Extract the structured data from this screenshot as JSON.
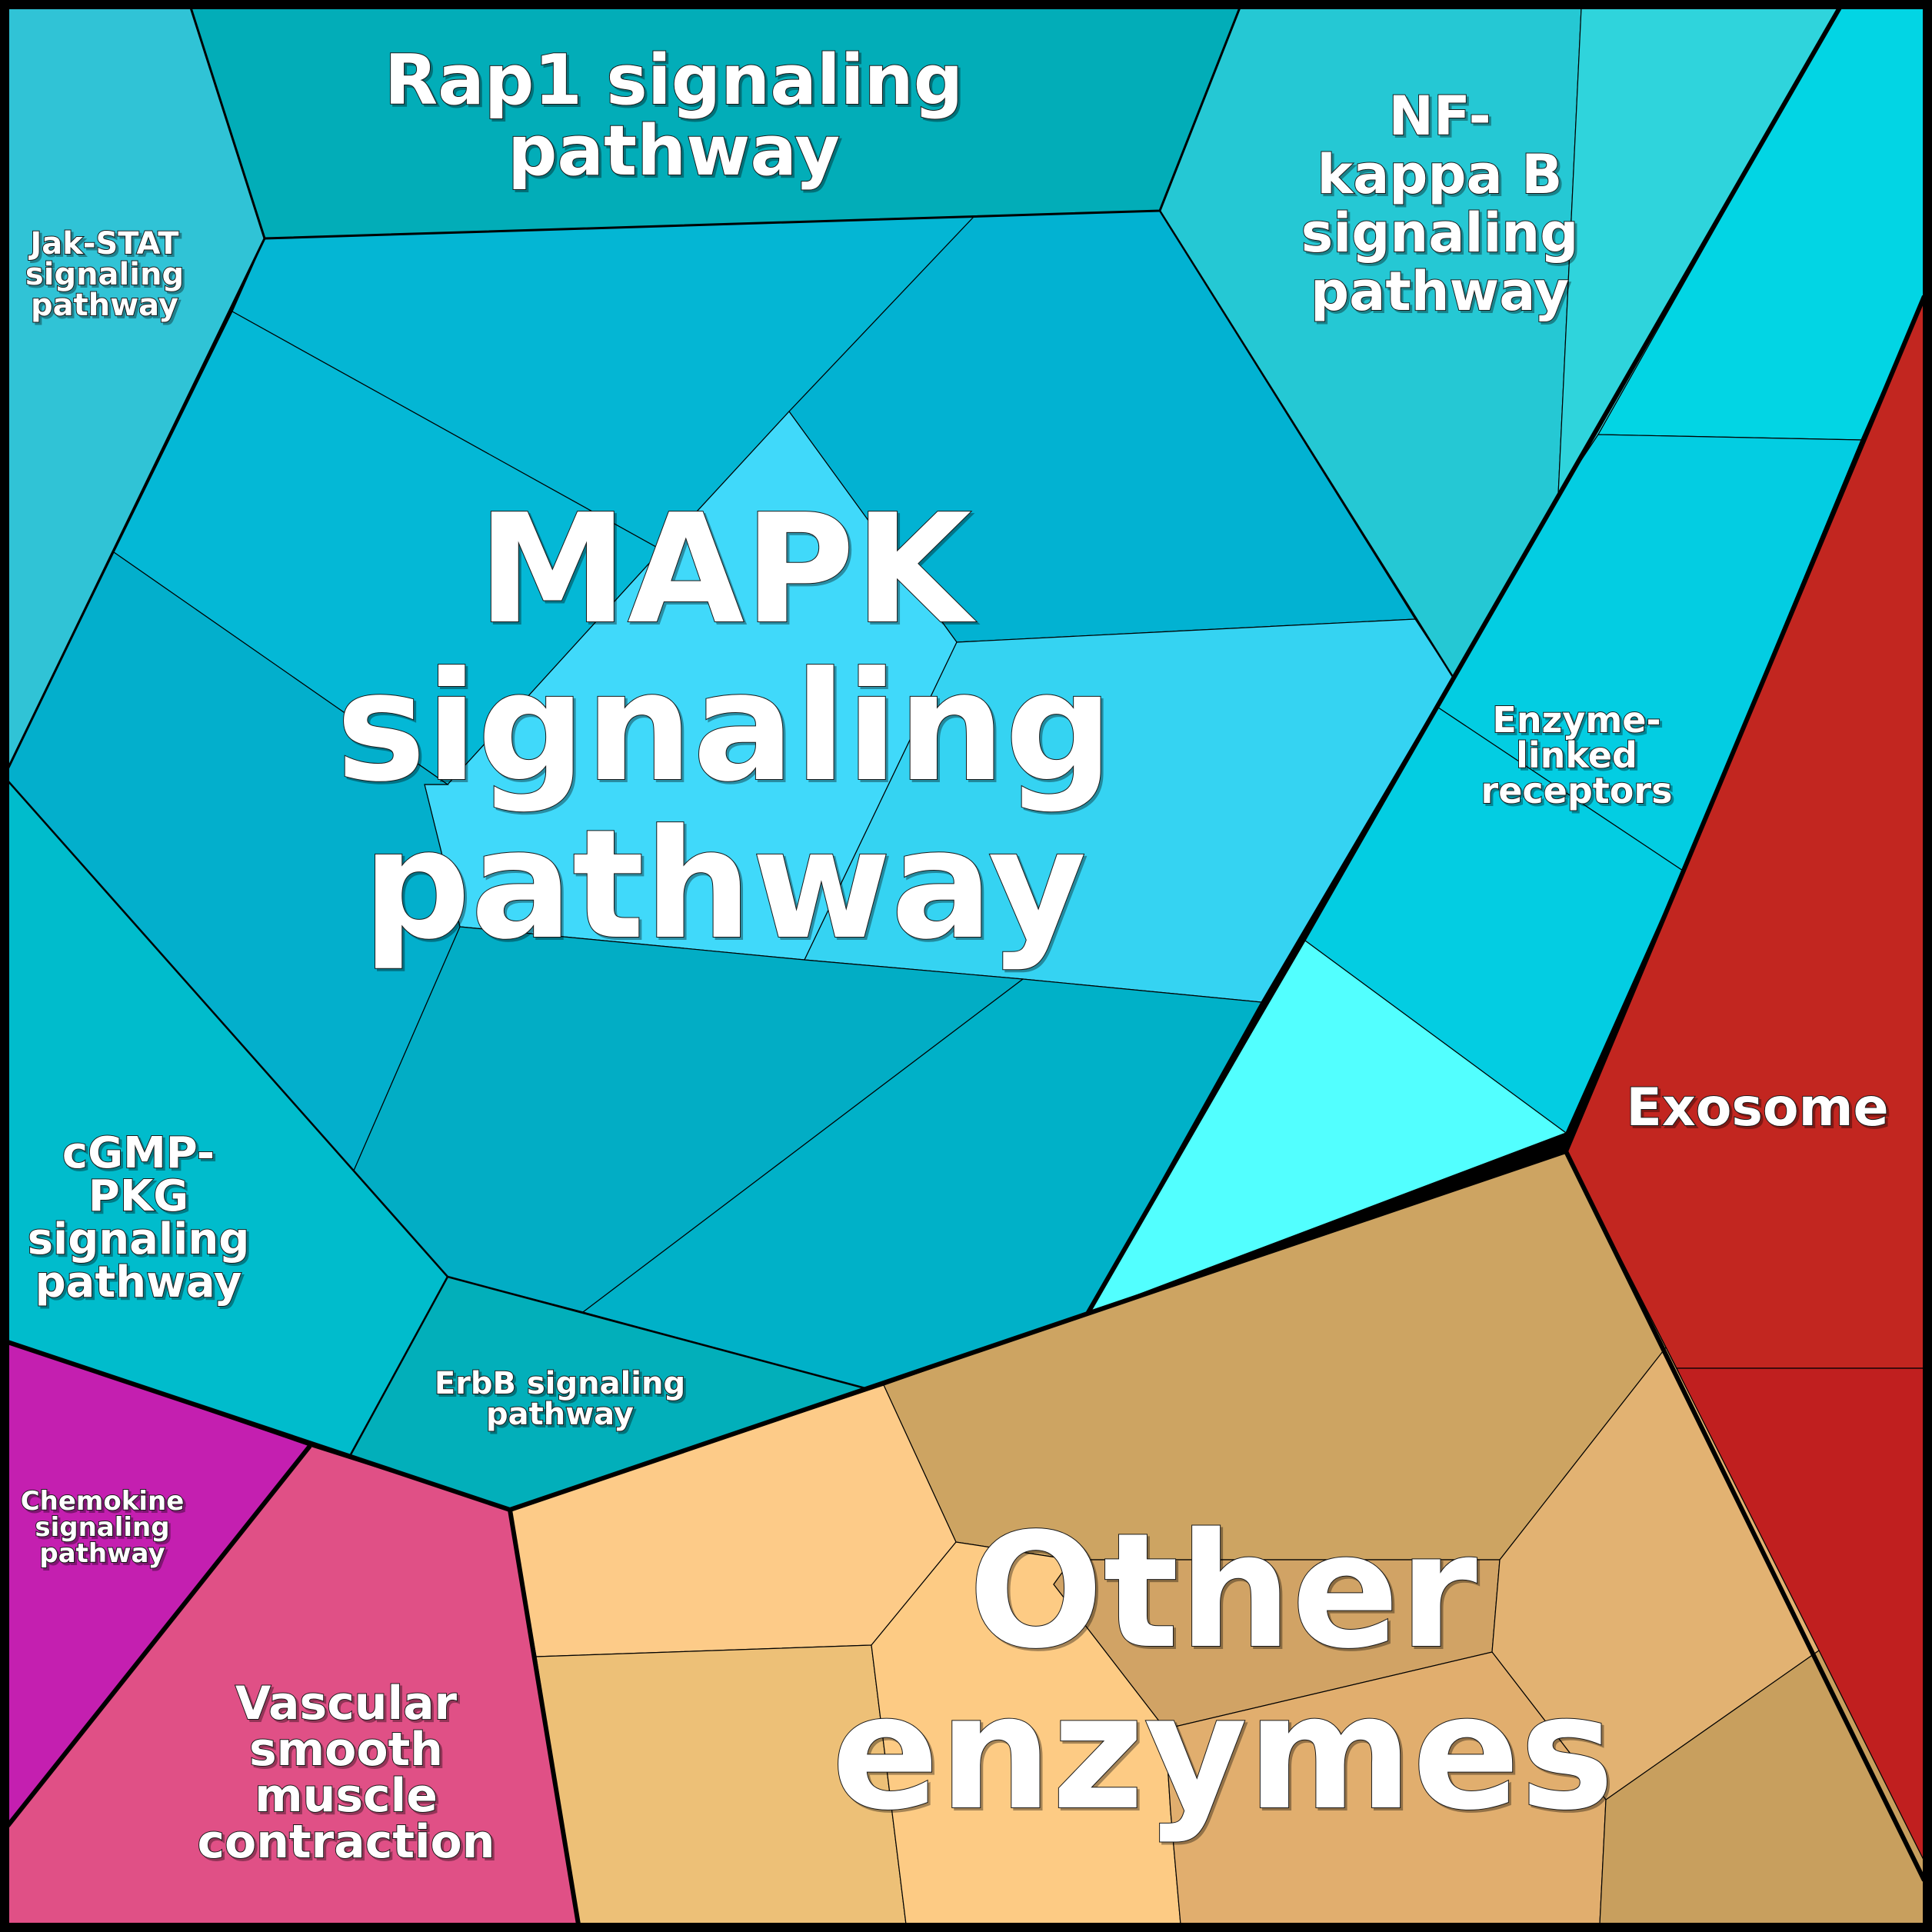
{
  "title": "Voronoi treemap of pathway categories",
  "groups": [
    {
      "name": "MAPK signaling pathway",
      "color": "#00b3cc"
    },
    {
      "name": "Rap1 signaling pathway",
      "color": "#02adb8"
    },
    {
      "name": "NF-kappa B signaling pathway",
      "color": "#25c8d4"
    },
    {
      "name": "Jak-STAT signaling pathway",
      "color": "#30c3d6"
    },
    {
      "name": "cGMP-PKG signaling pathway",
      "color": "#00bccc"
    },
    {
      "name": "ErbB signaling pathway",
      "color": "#02afba"
    },
    {
      "name": "Enzyme-linked receptors",
      "color": "#03cde2"
    },
    {
      "name": "Exosome",
      "color": "#c22620"
    },
    {
      "name": "Chemokine signaling pathway",
      "color": "#c41fb0"
    },
    {
      "name": "Vascular smooth muscle contraction",
      "color": "#e05086"
    },
    {
      "name": "Other enzymes",
      "color": "#cda462"
    }
  ],
  "labels": {
    "mapk": [
      "MAPK",
      "signaling",
      "pathway"
    ],
    "rap1": [
      "Rap1 signaling",
      "pathway"
    ],
    "nfkb": [
      "NF-",
      "kappa B",
      "signaling",
      "pathway"
    ],
    "jakstat": [
      "Jak-STAT",
      "signaling",
      "pathway"
    ],
    "cgmp": [
      "cGMP-",
      "PKG",
      "signaling",
      "pathway"
    ],
    "erbb": [
      "ErbB signaling",
      "pathway"
    ],
    "enzyme_linked": [
      "Enzyme-",
      "linked",
      "receptors"
    ],
    "exosome": [
      "Exosome"
    ],
    "chemokine": [
      "Chemokine",
      "signaling",
      "pathway"
    ],
    "vascular": [
      "Vascular",
      "smooth",
      "muscle",
      "contraction"
    ],
    "other_enzymes": [
      "Other",
      "enzymes"
    ]
  },
  "cell_colors": {
    "mapk_top_left": "#04b6d4",
    "mapk_top_right": "#02b2d2",
    "mapk_left": "#04b8d6",
    "mapk_center": "#40d9fa",
    "mapk_right": "#35d3f2",
    "mapk_far_left": "#03afcc",
    "mapk_bottom_left": "#02adc5",
    "mapk_bottom_right": "#00b1c8",
    "rap1": "#02adb8",
    "nfkb_left": "#25c8d4",
    "nfkb_right": "#2fd4dc",
    "jakstat": "#30c3d6",
    "cgmp": "#00bccc",
    "erbb": "#02afba",
    "enzyme_top": "#02d5e4",
    "enzyme_mid": "#03cde2",
    "enzyme_low": "#03cde2",
    "cyan_triangle": "#52ffff",
    "exosome_main": "#c22620",
    "exosome_low": "#c01f1f",
    "chemokine": "#c41fb0",
    "vascular": "#e05086",
    "other_top": "#cda462",
    "other_left_top": "#fdcb88",
    "other_left_bottom": "#edc077",
    "other_center_left": "#fdcb84",
    "other_center": "#d1a365",
    "other_right": "#e2b272",
    "other_bottom_center": "#e1ae6e",
    "other_bottom_right": "#c89f5e"
  }
}
